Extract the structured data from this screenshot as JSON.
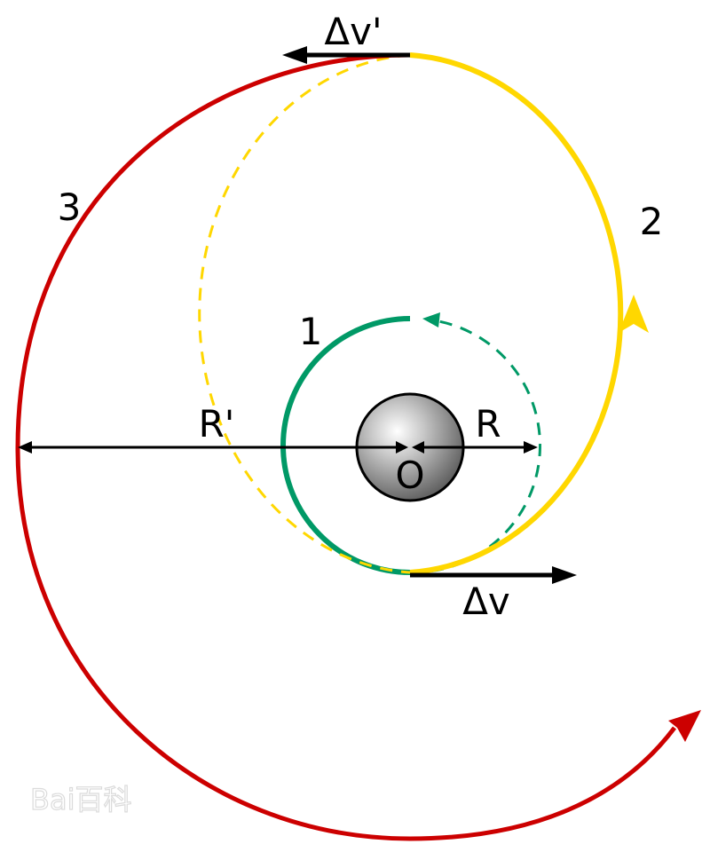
{
  "diagram": {
    "labels": {
      "dv_prime": "Δv'",
      "dv": "Δv",
      "orbit_1": "1",
      "orbit_2": "2",
      "orbit_3": "3",
      "r_prime": "R'",
      "r": "R",
      "center": "O"
    },
    "watermark": "Bai百科",
    "colors": {
      "orbit_1": "#009966",
      "orbit_2": "#FFD700",
      "orbit_3": "#CC0000",
      "arrows": "#000000",
      "planet_light": "#ffffff",
      "planet_dark": "#5a5a5a"
    }
  }
}
